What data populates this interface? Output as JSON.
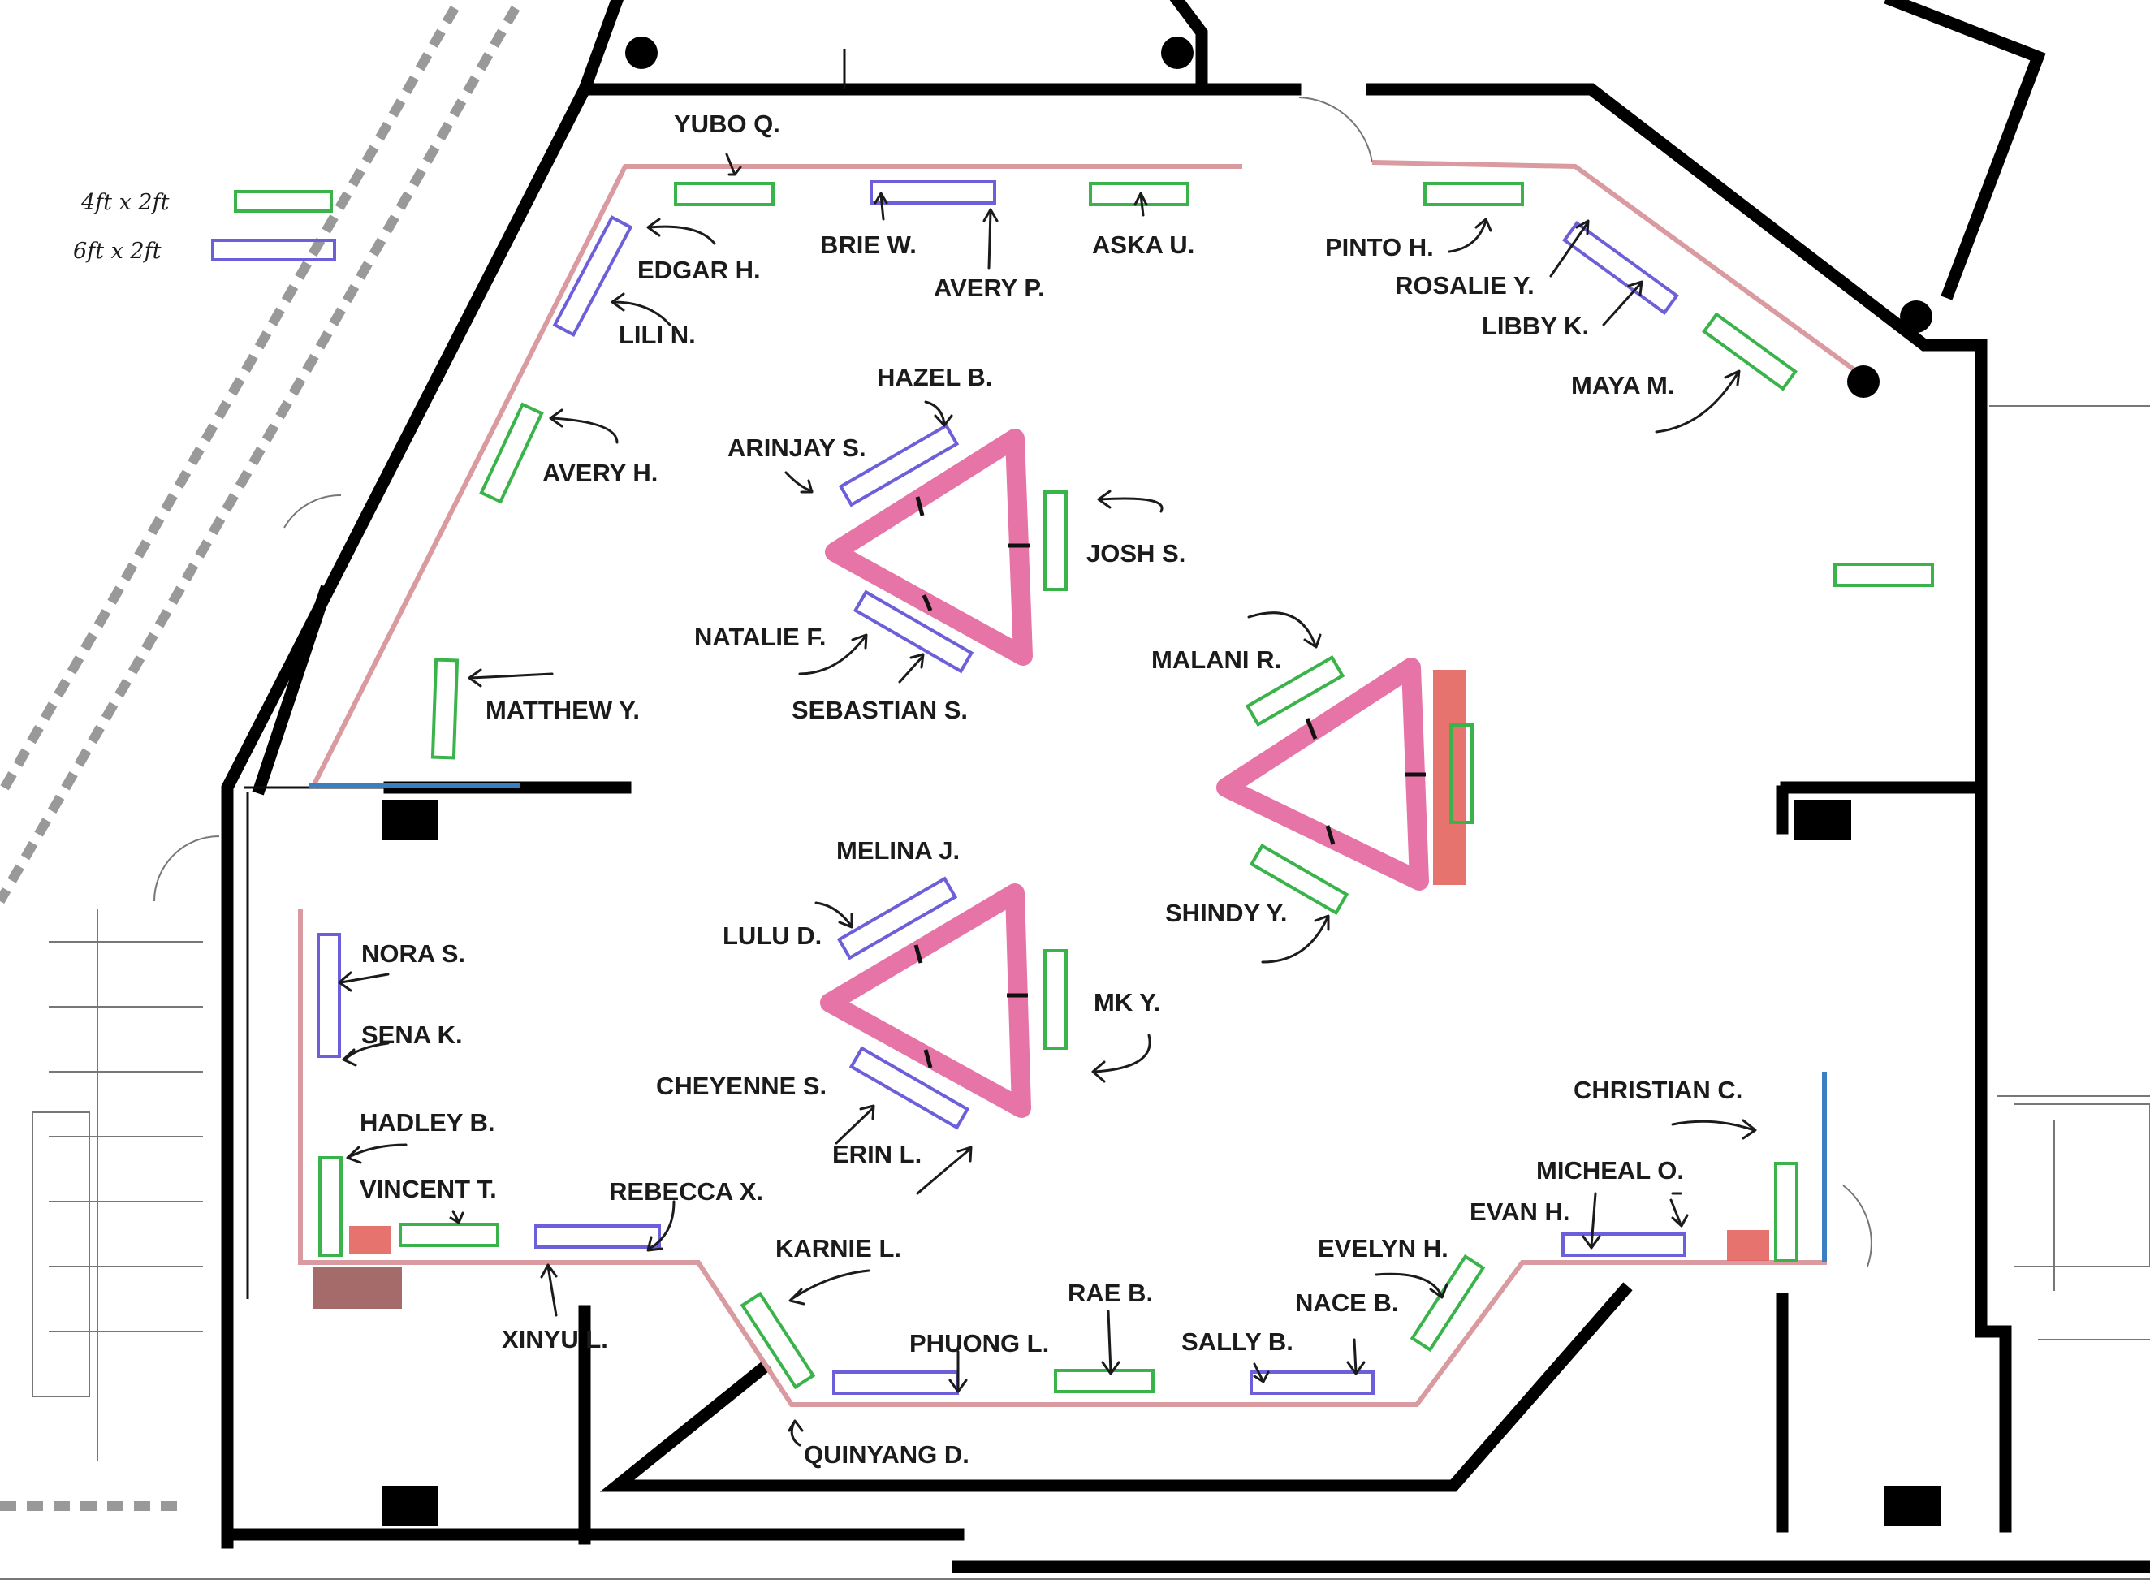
{
  "legend": {
    "items": [
      {
        "label": "4ft x 2ft",
        "color": "#39b34a"
      },
      {
        "label": "6ft x 2ft",
        "color": "#6c5fd9"
      }
    ]
  },
  "names": {
    "yubo": "YUBO Q.",
    "brie": "BRIE W.",
    "avery_p": "AVERY P.",
    "aska": "ASKA U.",
    "pinto": "PINTO H.",
    "rosalie": "ROSALIE Y.",
    "libby": "LIBBY K.",
    "maya": "MAYA M.",
    "edgar": "EDGAR H.",
    "lili": "LILI N.",
    "avery_h": "AVERY H.",
    "hazel": "HAZEL B.",
    "arinjay": "ARINJAY S.",
    "josh": "JOSH S.",
    "natalie": "NATALIE F.",
    "sebastian": "SEBASTIAN S.",
    "malani": "MALANI R.",
    "matthew": "MATTHEW Y.",
    "shindy": "SHINDY Y.",
    "melina": "MELINA J.",
    "lulu": "LULU D.",
    "mk": "MK Y.",
    "nora": "NORA S.",
    "sena": "SENA K.",
    "cheyenne": "CHEYENNE S.",
    "erin": "ERIN  L.",
    "hadley": "HADLEY B.",
    "vincent": "VINCENT T.",
    "rebecca": "REBECCA X.",
    "karnie": "KARNIE L.",
    "xinyu": "XINYU L.",
    "rae": "RAE B.",
    "phuong": "PHUONG L.",
    "sally": "SALLY B.",
    "nace": "NACE B.",
    "evelyn": "EVELYN H.",
    "evan": "EVAN H.",
    "micheal": "MICHEAL O.",
    "christian": "CHRISTIAN C.",
    "quinyang": "QUINYANG D."
  }
}
